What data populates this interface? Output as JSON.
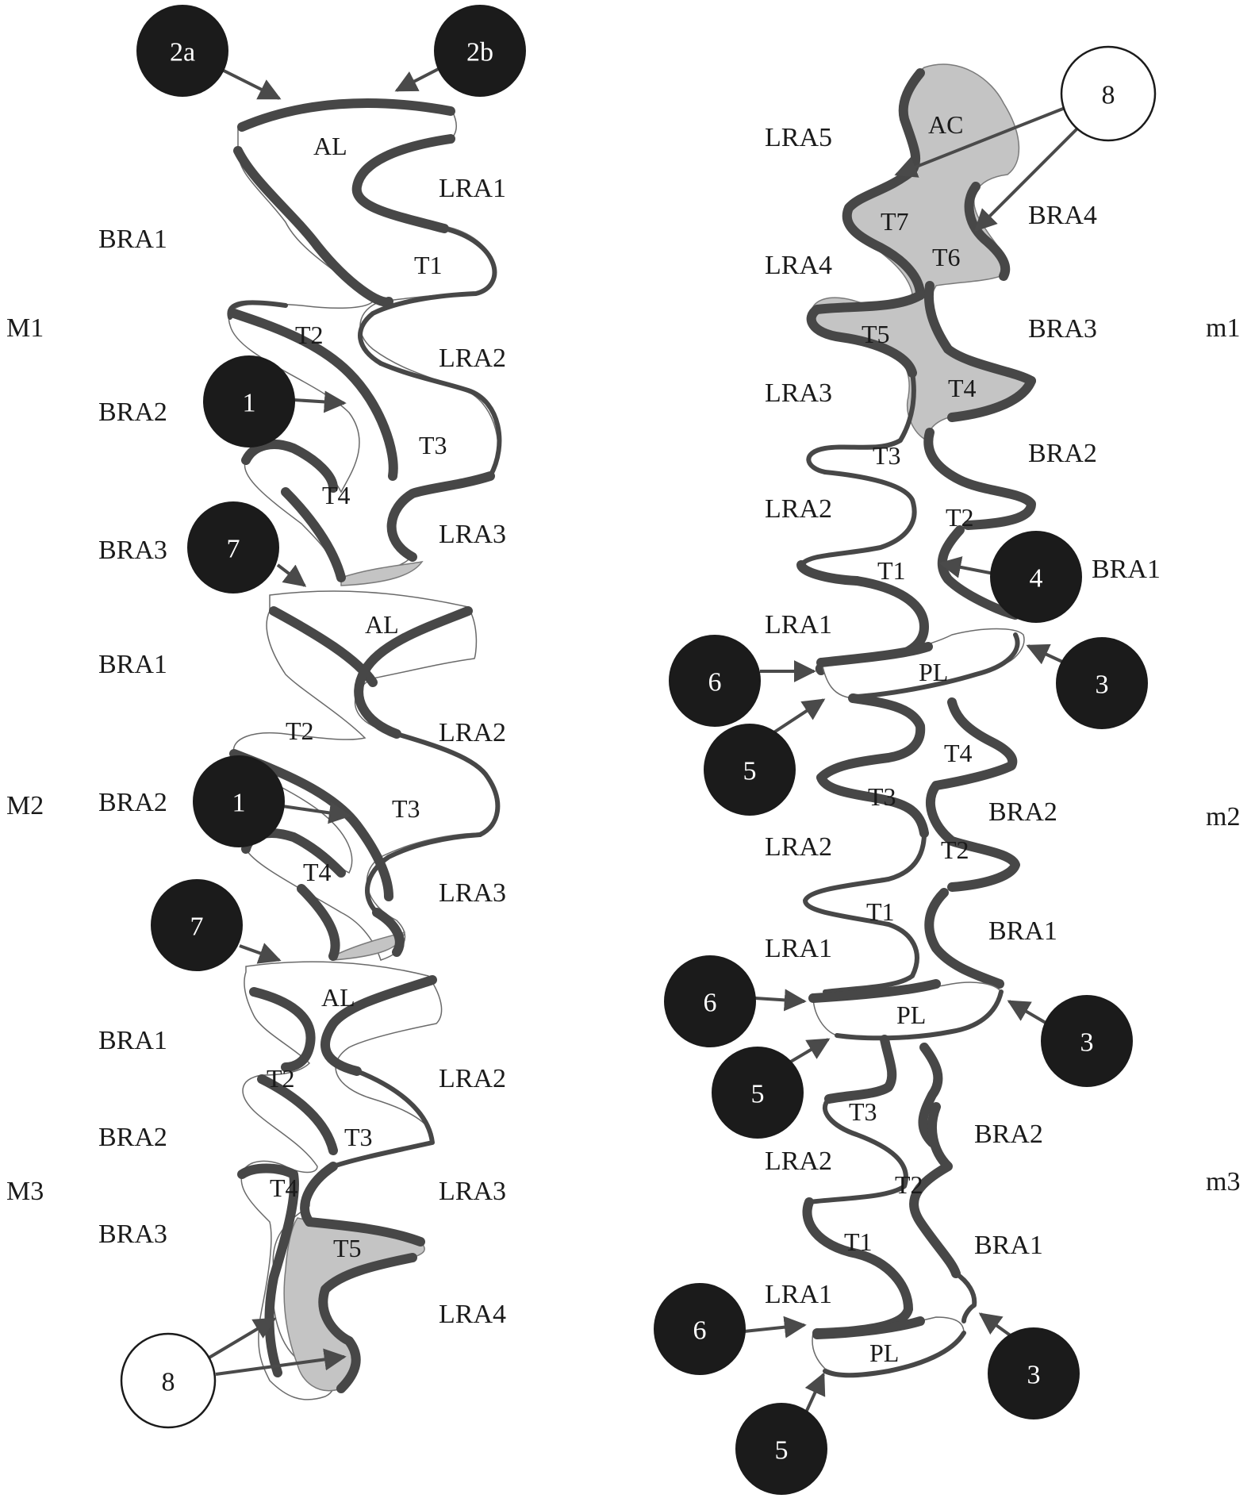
{
  "left_tooth": {
    "row_labels": {
      "m1": "M1",
      "m2": "M2",
      "m3": "M3"
    },
    "molar1": {
      "anteroconid": "AL",
      "t1": "T1",
      "t2": "T2",
      "t3": "T3",
      "t4": "T4",
      "bra1": "BRA1",
      "bra2": "BRA2",
      "bra3": "BRA3",
      "lra1": "LRA1",
      "lra2": "LRA2",
      "lra3": "LRA3"
    },
    "molar2": {
      "anteroconid": "AL",
      "t2": "T2",
      "t3": "T3",
      "t4": "T4",
      "bra1": "BRA1",
      "bra2": "BRA2",
      "lra2": "LRA2",
      "lra3": "LRA3"
    },
    "molar3": {
      "anteroconid": "AL",
      "t2": "T2",
      "t3": "T3",
      "t4": "T4",
      "t5": "T5",
      "bra1": "BRA1",
      "bra2": "BRA2",
      "bra3": "BRA3",
      "lra2": "LRA2",
      "lra3": "LRA3",
      "lra4": "LRA4"
    },
    "badges": {
      "b2a": "2a",
      "b2b": "2b",
      "b1_upper": "1",
      "b1_lower": "1",
      "b7_upper": "7",
      "b7_lower": "7",
      "b8": "8"
    }
  },
  "right_tooth": {
    "row_labels": {
      "m1": "m1",
      "m2": "m2",
      "m3": "m3"
    },
    "molar1": {
      "ac": "AC",
      "t1": "T1",
      "t2": "T2",
      "t3": "T3",
      "t4": "T4",
      "t5": "T5",
      "t6": "T6",
      "t7": "T7",
      "pl": "PL",
      "lra1": "LRA1",
      "lra2": "LRA2",
      "lra3": "LRA3",
      "lra4": "LRA4",
      "lra5": "LRA5",
      "bra1": "BRA1",
      "bra2": "BRA2",
      "bra3": "BRA3",
      "bra4": "BRA4"
    },
    "molar2": {
      "t1": "T1",
      "t2": "T2",
      "t3": "T3",
      "t4": "T4",
      "pl": "PL",
      "lra1": "LRA1",
      "lra2": "LRA2",
      "bra1": "BRA1",
      "bra2": "BRA2"
    },
    "molar3": {
      "t1": "T1",
      "t2": "T2",
      "t3": "T3",
      "pl": "PL",
      "lra1": "LRA1",
      "lra2": "LRA2",
      "bra1": "BRA1",
      "bra2": "BRA2"
    },
    "badges": {
      "b8": "8",
      "b4": "4",
      "b3_a": "3",
      "b3_b": "3",
      "b3_c": "3",
      "b6_a": "6",
      "b6_b": "6",
      "b6_c": "6",
      "b5_a": "5",
      "b5_b": "5",
      "b5_c": "5"
    }
  },
  "colors": {
    "enamel": "#474747",
    "badge_dark": "#1b1b1b",
    "shaded_region": "#c4c4c4"
  }
}
